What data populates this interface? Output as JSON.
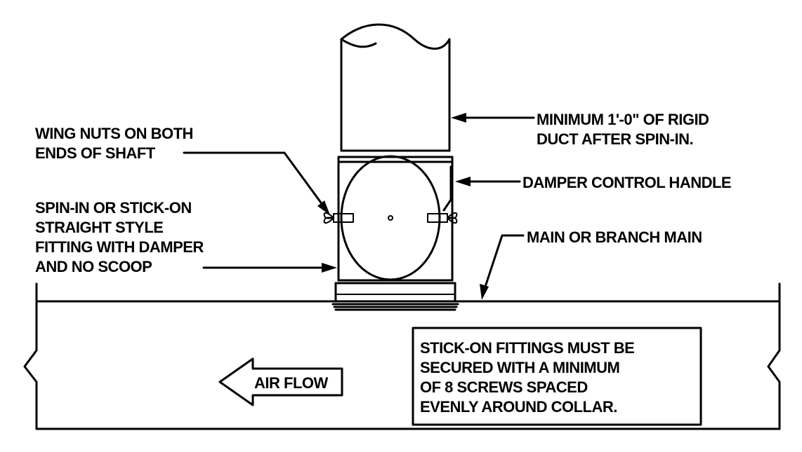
{
  "labels": {
    "min_rigid_1": "MINIMUM 1'-0\" OF RIGID",
    "min_rigid_2": "DUCT AFTER SPIN-IN.",
    "wing_nuts_1": "WING NUTS ON BOTH",
    "wing_nuts_2": "ENDS OF SHAFT",
    "damper_handle": "DAMPER CONTROL HANDLE",
    "spin_in_1": "SPIN-IN OR STICK-ON",
    "spin_in_2": "STRAIGHT STYLE",
    "spin_in_3": "FITTING  WITH DAMPER",
    "spin_in_4": "AND NO SCOOP",
    "main_branch": "MAIN OR BRANCH MAIN",
    "air_flow": "AIR FLOW",
    "note_1": "STICK-ON FITTINGS MUST BE",
    "note_2": "SECURED WITH A MINIMUM",
    "note_3": "OF 8 SCREWS SPACED",
    "note_4": "EVENLY AROUND COLLAR."
  },
  "colors": {
    "ink": "#000000",
    "paper": "#ffffff"
  }
}
